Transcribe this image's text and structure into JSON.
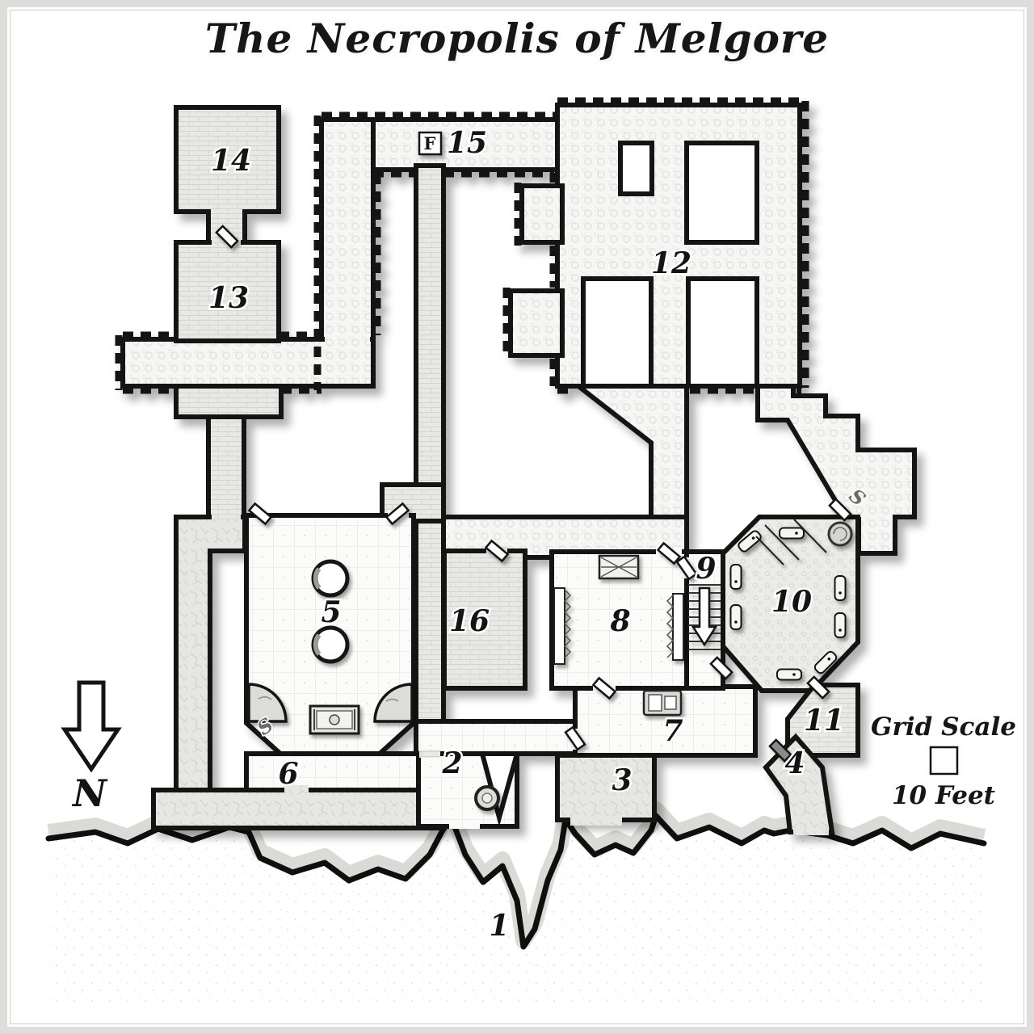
{
  "frame": {
    "title": "The Necropolis of Melgore"
  },
  "compass": {
    "label": "N"
  },
  "scale_legend": {
    "heading": "Grid Scale",
    "caption": "10 Feet"
  },
  "markers": {
    "fountain_label": "F",
    "secret_label": "S"
  },
  "palette": {
    "wall": "#141414",
    "paper": "#ffffff",
    "corridor_rings": "#f6f6f4",
    "room_tile": "#fbfbf9",
    "stone_gray": "#e8e8e5",
    "shadow": "rgba(0,0,0,0.30)"
  },
  "rooms": [
    {
      "number": "1"
    },
    {
      "number": "2"
    },
    {
      "number": "3"
    },
    {
      "number": "4"
    },
    {
      "number": "5"
    },
    {
      "number": "6"
    },
    {
      "number": "7"
    },
    {
      "number": "8"
    },
    {
      "number": "9"
    },
    {
      "number": "10"
    },
    {
      "number": "11"
    },
    {
      "number": "12"
    },
    {
      "number": "13"
    },
    {
      "number": "14"
    },
    {
      "number": "15"
    },
    {
      "number": "16"
    }
  ]
}
